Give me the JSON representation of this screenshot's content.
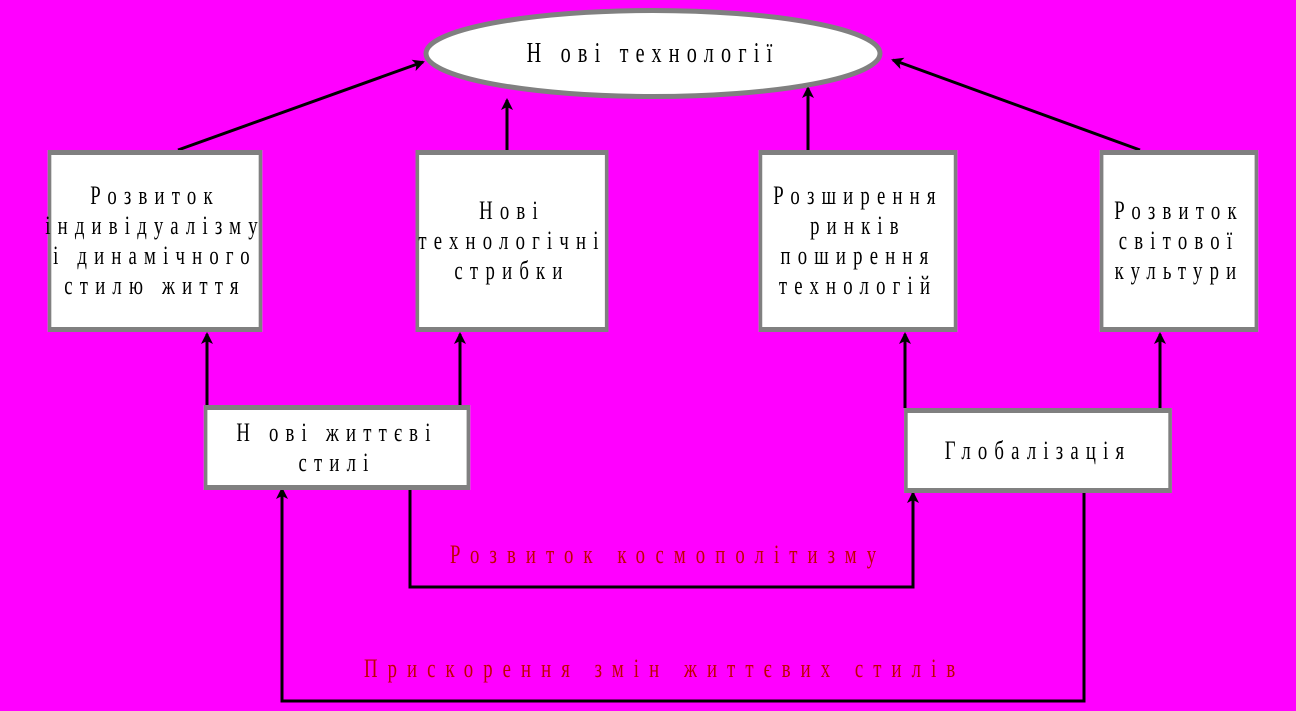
{
  "colors": {
    "background": "#ff00ff",
    "box_fill": "#ffffff",
    "box_border": "#808080",
    "arrow": "#000000",
    "flow_label": "#c00000"
  },
  "top": {
    "label": "Н ові технології"
  },
  "row1": {
    "individualism": "Розвиток\nіндивідуалізму\nі динамічного\nстилю життя",
    "tech_leaps": "Нові\nтехнологічні\nстрибки",
    "markets": "Розширення\nринків\nпоширення\nтехнологій",
    "culture": "Розвиток\nсвітової\nкультури"
  },
  "row2": {
    "lifestyles": "Н ові життєві стилі",
    "globalization": "Глобалізація"
  },
  "flows": {
    "cosmopolitanism": "Розвиток космополітизму",
    "acceleration": "Прискорення змін життєвих стилів"
  }
}
